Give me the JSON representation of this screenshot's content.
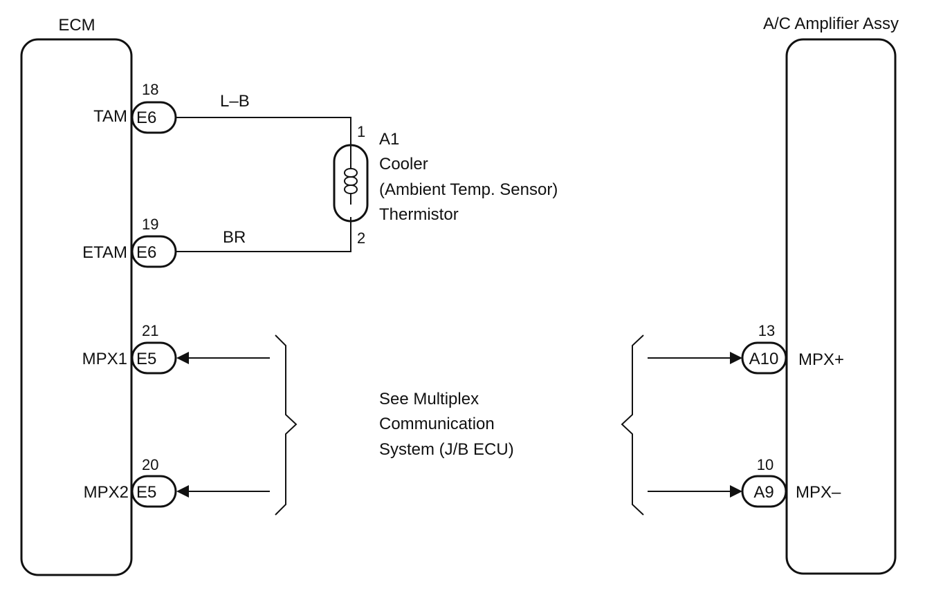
{
  "ecm": {
    "title": "ECM",
    "pins": [
      {
        "number": "18",
        "connector": "E6",
        "signal": "TAM"
      },
      {
        "number": "19",
        "connector": "E6",
        "signal": "ETAM"
      },
      {
        "number": "21",
        "connector": "E5",
        "signal": "MPX1"
      },
      {
        "number": "20",
        "connector": "E5",
        "signal": "MPX2"
      }
    ]
  },
  "amplifier": {
    "title": "A/C Amplifier Assy",
    "pins": [
      {
        "number": "13",
        "connector": "A10",
        "signal": "MPX+"
      },
      {
        "number": "10",
        "connector": "A9",
        "signal": "MPX–"
      }
    ]
  },
  "wires": {
    "tam_color": "L–B",
    "etam_color": "BR"
  },
  "sensor": {
    "pin_top": "1",
    "pin_bottom": "2",
    "lines": [
      "A1",
      "Cooler",
      "(Ambient Temp. Sensor)",
      "Thermistor"
    ]
  },
  "reference": {
    "lines": [
      "See Multiplex",
      "Communication",
      "System (J/B ECU)"
    ]
  }
}
